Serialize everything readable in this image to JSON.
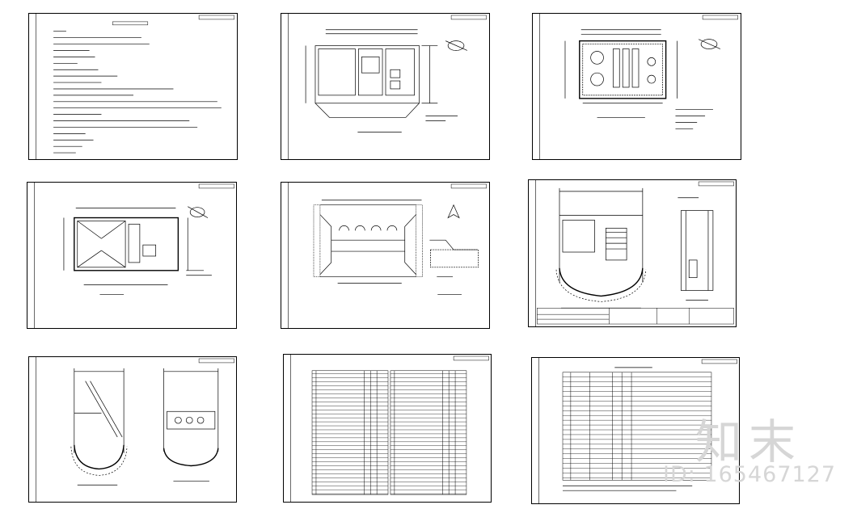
{
  "watermark": {
    "brand": "知末",
    "id_text": "ID: 165467127"
  },
  "sheets": [
    {
      "kind": "notes"
    },
    {
      "kind": "floor-plan"
    },
    {
      "kind": "equipment-plan"
    },
    {
      "kind": "roof-plan"
    },
    {
      "kind": "elevation"
    },
    {
      "kind": "section-a"
    },
    {
      "kind": "section-b"
    },
    {
      "kind": "schedule-table"
    },
    {
      "kind": "materials-list"
    }
  ],
  "colors": {
    "line": "#000000",
    "watermark": "#d6d6d6"
  }
}
